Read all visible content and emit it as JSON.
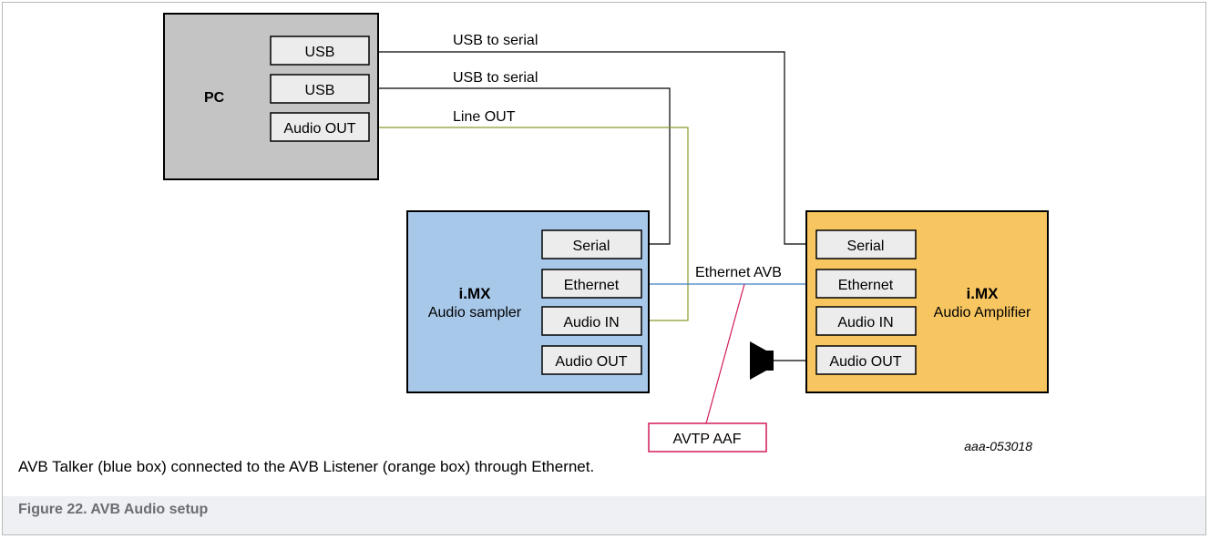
{
  "diagram": {
    "pc": {
      "label": "PC",
      "ports": [
        "USB",
        "USB",
        "Audio OUT"
      ]
    },
    "talker": {
      "title": "i.MX",
      "subtitle": "Audio sampler",
      "ports": [
        "Serial",
        "Ethernet",
        "Audio IN",
        "Audio OUT"
      ]
    },
    "listener": {
      "title": "i.MX",
      "subtitle": "Audio Amplifier",
      "ports": [
        "Serial",
        "Ethernet",
        "Audio IN",
        "Audio OUT"
      ]
    },
    "links": {
      "usb_serial_1": "USB to serial",
      "usb_serial_2": "USB to serial",
      "line_out": "Line OUT",
      "ethernet": "Ethernet AVB"
    },
    "callout": "AVTP AAF",
    "figure_id": "aaa-053018",
    "colors": {
      "pc_fill": "#c4c4c4",
      "talker_fill": "#a8c8ea",
      "listener_fill": "#f8c661",
      "port_fill": "#ececec",
      "usb_wire": "#000000",
      "line_out_wire": "#8b9a2a",
      "ethernet_wire": "#3a7fc1",
      "callout": "#d21c5a"
    },
    "icons": [
      "speaker-icon"
    ]
  },
  "description": "AVB Talker (blue box) connected to the AVB Listener (orange box) through Ethernet.",
  "caption": "Figure 22.  AVB Audio setup"
}
